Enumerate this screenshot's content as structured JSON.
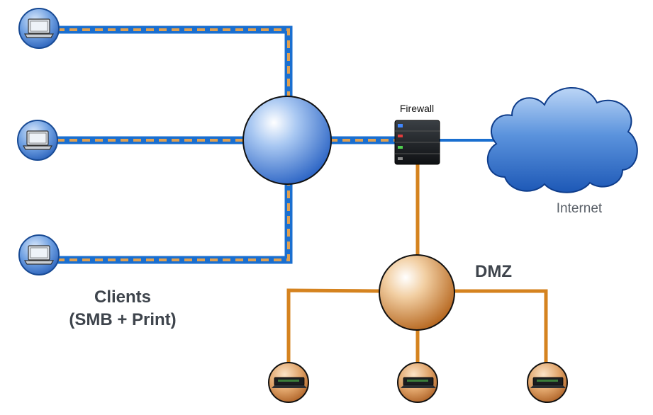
{
  "firewall": {
    "label": "Firewall"
  },
  "internet": {
    "label": "Internet"
  },
  "dmz": {
    "label": "DMZ"
  },
  "clients": {
    "line1": "Clients",
    "line2": "(SMB + Print)"
  },
  "colors": {
    "lan_link": "#1a6fd0",
    "lan_dash": "#e0a050",
    "dmz_link": "#d5831f",
    "internet_link": "#1a6fd0",
    "client_node": "#2c6fc6",
    "hub": "#3a78d8",
    "dmz_hub": "#c97a2a",
    "server_node": "#c97a2a",
    "cloud": "#2d6fca"
  },
  "icons": {
    "client": "laptop-icon",
    "server": "server-icon",
    "firewall": "firewall-appliance-icon",
    "internet": "cloud-icon"
  }
}
